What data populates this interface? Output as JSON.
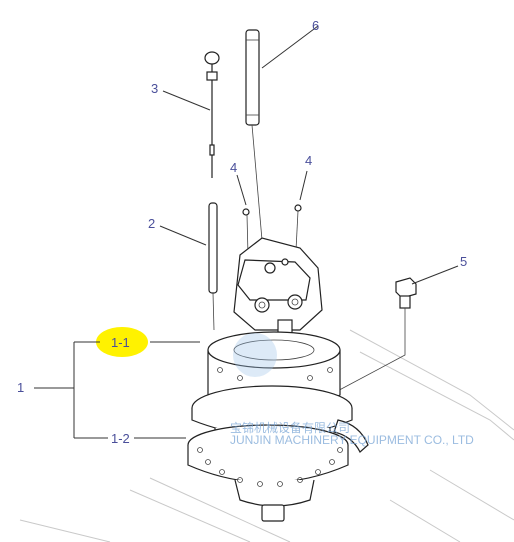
{
  "callouts": {
    "c1": "1",
    "c1_1": "1-1",
    "c1_2": "1-2",
    "c2": "2",
    "c3": "3",
    "c4a": "4",
    "c4b": "4",
    "c5": "5",
    "c6": "6"
  },
  "highlight_color": "#fff200",
  "watermark": {
    "cn": "宝锦机械设备有限公司",
    "en": "JUNJIN MACHINERY EQUIPMENT CO., LTD"
  }
}
